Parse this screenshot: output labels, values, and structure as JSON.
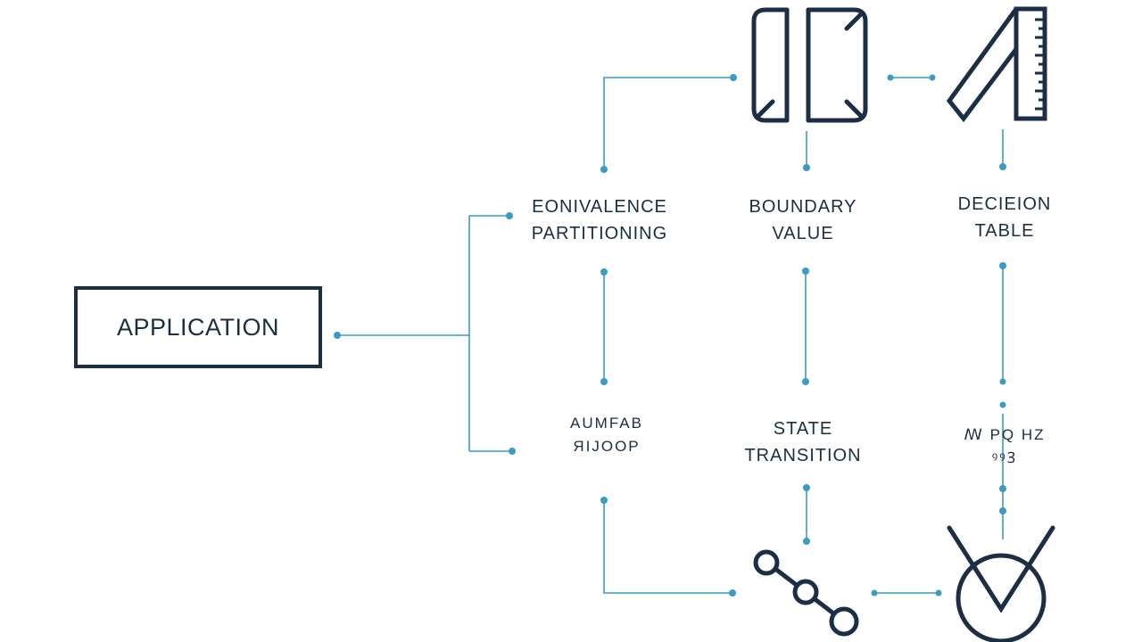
{
  "colors": {
    "line": "#3a9cc1",
    "ink": "#1b2e44",
    "background": "#ffffff"
  },
  "nodes": {
    "application": "APPLICATION",
    "equivalence": {
      "line1": "EONIVALENCE",
      "line2": "PARTITIONING"
    },
    "boundary": {
      "line1": "BOUNDARY",
      "line2": "VALUE"
    },
    "decision": {
      "line1": "DECIEION",
      "line2": "TABLE"
    },
    "garbled_left": {
      "line1": "AUMFAB",
      "line2": "ЯIJOOP"
    },
    "state": {
      "line1": "STATE",
      "line2": "TRANSITION"
    },
    "garbled_right": {
      "line1": "ꟿ PQ HZ",
      "line2": "ꝰꝰꝫ"
    }
  },
  "icons": [
    "partition-bracket-icon",
    "ruler-triangle-icon",
    "connected-nodes-icon",
    "check-circle-icon"
  ]
}
